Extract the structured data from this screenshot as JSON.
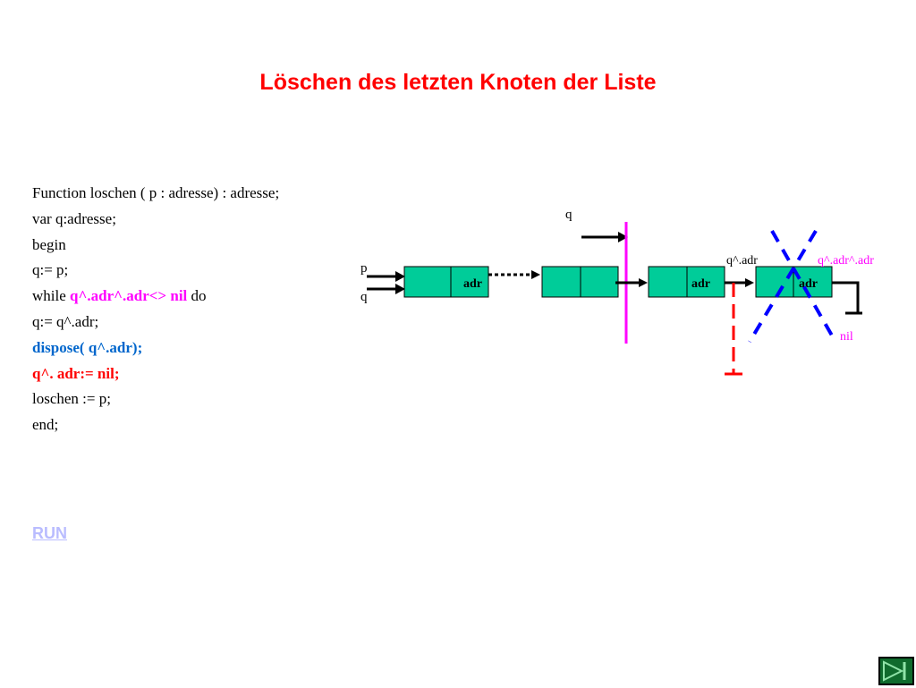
{
  "slide": {
    "title": "Löschen des letzten Knoten der Liste",
    "run_link": "RUN"
  },
  "code": {
    "line1": "Function loschen ( p : adresse) : adresse;",
    "line2": "var q:adresse;",
    "line3": "begin",
    "line4": "q:= p;",
    "line5_prefix": "while ",
    "line5_condition": "q^.adr^.adr<> nil",
    "line5_suffix": " do",
    "line6": "q:= q^.adr;",
    "line7": "dispose( q^.adr);",
    "line8": "q^. adr:= nil;",
    "line9": "loschen := p;",
    "line10": "end;"
  },
  "diagram": {
    "label_q_top": "q",
    "label_p": "p",
    "label_q": "q",
    "node1_field": "adr",
    "node3_field": "adr",
    "node4_field": "adr",
    "label_q_adr": "q^.adr",
    "label_q_adr_adr": "q^.adr^.adr",
    "label_nil": "nil"
  },
  "colors": {
    "title": "#ff0000",
    "highlight_magenta": "#ff00ff",
    "highlight_blue": "#0066cc",
    "highlight_red": "#ff0000",
    "node_fill": "#00cc99",
    "run_link": "#b9bcff",
    "cross_blue": "#0000ff",
    "nav_button": "#0f6b2d"
  },
  "icons": {
    "nav_button": "end-show-icon"
  }
}
